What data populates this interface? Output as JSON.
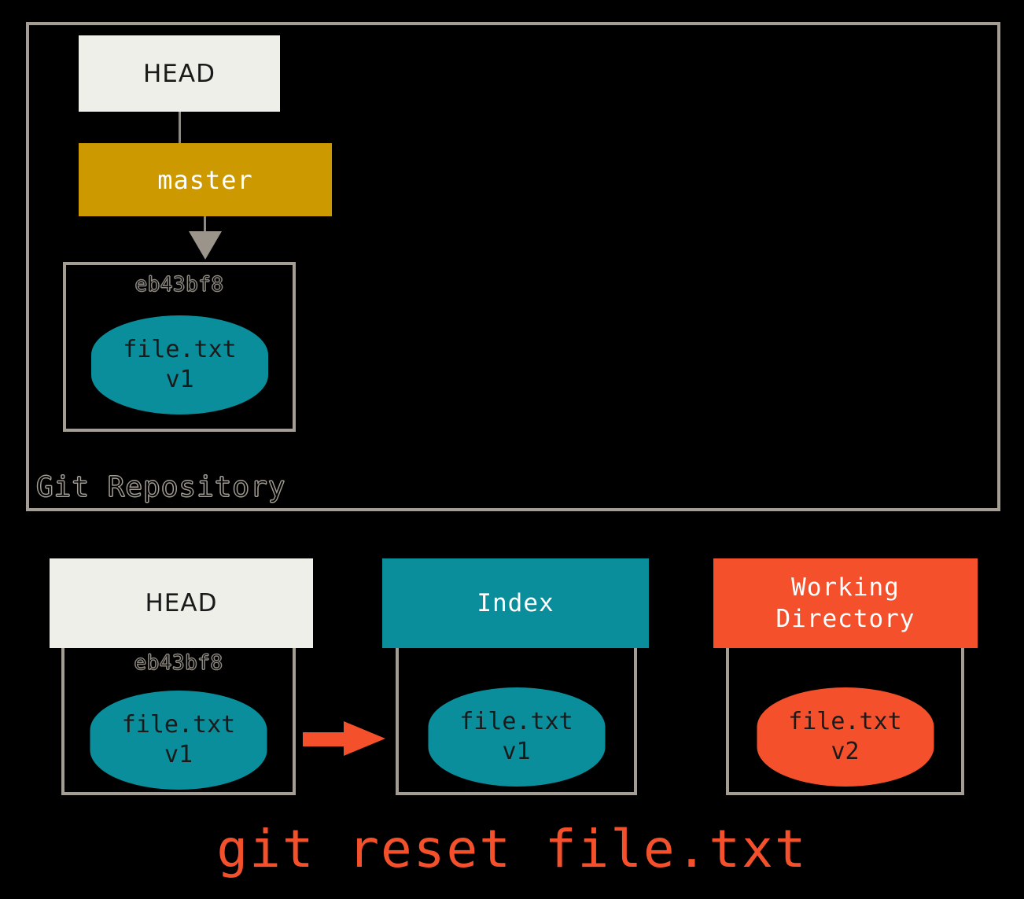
{
  "diagram": {
    "title": "git reset file.txt",
    "caption": "git reset file.txt",
    "colors": {
      "background": "#000000",
      "border_gray": "#a39d93",
      "head_box": "#efefe9",
      "branch_gold": "#cc9a00",
      "index_teal": "#0a8e9c",
      "working_orange": "#f4502b",
      "arrow_gray": "#9a948b",
      "caption_text": "#f4502b"
    },
    "repository": {
      "label": "Git Repository",
      "head_ref": "HEAD",
      "branch": "master",
      "commit": {
        "hash": "eb43bf8",
        "blob": {
          "filename": "file.txt",
          "version": "v1"
        }
      }
    },
    "columns": [
      {
        "key": "head",
        "header": "HEAD",
        "hash": "eb43bf8",
        "blob": {
          "filename": "file.txt",
          "version": "v1"
        }
      },
      {
        "key": "index",
        "header": "Index",
        "hash": "",
        "blob": {
          "filename": "file.txt",
          "version": "v1"
        }
      },
      {
        "key": "working",
        "header": "Working\nDirectory",
        "header_line1": "Working",
        "header_line2": "Directory",
        "hash": "",
        "blob": {
          "filename": "file.txt",
          "version": "v2"
        }
      }
    ],
    "arrows": [
      {
        "name": "head-to-master",
        "direction": "down",
        "style": "line"
      },
      {
        "name": "master-to-commit",
        "direction": "down",
        "style": "arrow"
      },
      {
        "name": "head-to-index",
        "direction": "right",
        "style": "arrow",
        "color": "#f4502b"
      }
    ]
  }
}
